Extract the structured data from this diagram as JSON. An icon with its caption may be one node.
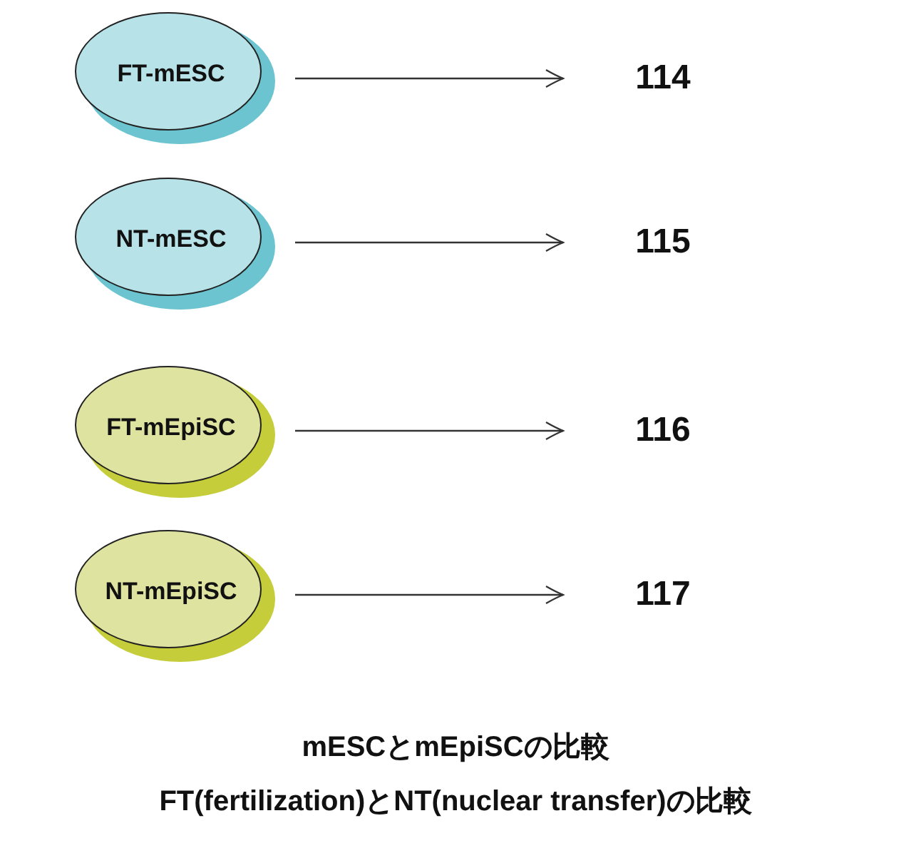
{
  "diagram": {
    "nodes": [
      {
        "text": [
          "FT-mESC"
        ]
      },
      {
        "text": [
          "NT-mESC"
        ]
      },
      {
        "text": [
          "FT-mEpiSC"
        ]
      },
      {
        "text": [
          "NT-mEpiSC"
        ]
      },
      {
        "text": [
          "114"
        ]
      },
      {
        "text": [
          "115"
        ]
      },
      {
        "text": [
          "116"
        ]
      },
      {
        "text": [
          "117"
        ]
      }
    ],
    "edges": [
      {
        "from": 0,
        "to": 4,
        "arrow": "to"
      },
      {
        "from": 1,
        "to": 5,
        "arrow": "to"
      },
      {
        "from": 2,
        "to": 6,
        "arrow": "to"
      },
      {
        "from": 3,
        "to": 7,
        "arrow": "to"
      }
    ],
    "labels": [
      "mESCとmEpiSCの比較",
      "FT(fertilization)とNT(nuclear transfer)の比較"
    ]
  }
}
